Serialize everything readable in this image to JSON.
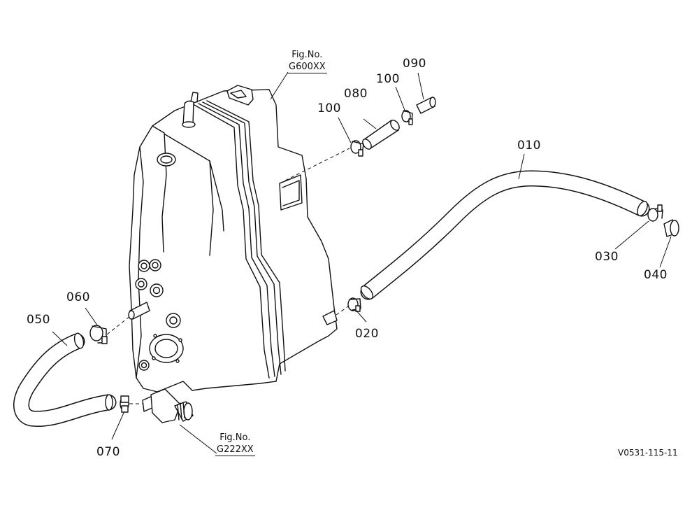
{
  "fig_refs": [
    {
      "id": "fig-ref-tank",
      "line1": "Fig.No.",
      "line2": "G600XX"
    },
    {
      "id": "fig-ref-elbow",
      "line1": "Fig.No.",
      "line2": "G222XX"
    }
  ],
  "parts": {
    "p010": "010",
    "p020": "020",
    "p030": "030",
    "p040": "040",
    "p050": "050",
    "p060": "060",
    "p070": "070",
    "p080": "080",
    "p090": "090",
    "p100a": "100",
    "p100b": "100"
  },
  "doc_code": "V0531-115-11",
  "colors": {
    "ink": "#111111",
    "paper": "#ffffff"
  }
}
